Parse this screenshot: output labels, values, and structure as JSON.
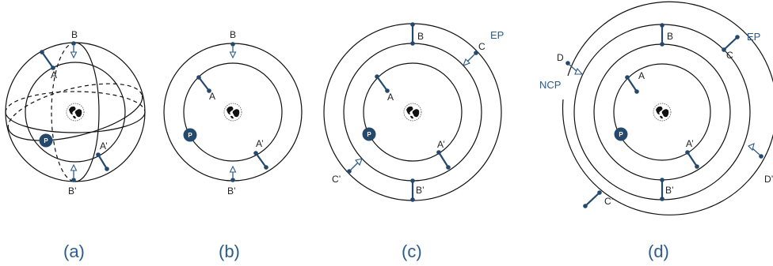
{
  "panels": [
    {
      "caption": "(a)",
      "labels": {
        "A": "A",
        "B": "B",
        "A_prime": "A’",
        "B_prime": "B’",
        "P": "P"
      }
    },
    {
      "caption": "(b)",
      "labels": {
        "A": "A",
        "B": "B",
        "A_prime": "A’",
        "B_prime": "B’",
        "P": "P"
      }
    },
    {
      "caption": "(c)",
      "labels": {
        "A": "A",
        "B": "B",
        "C": "C",
        "EP": "EP",
        "A_prime": "A’",
        "B_prime": "B’",
        "C_prime": "C’",
        "P": "P"
      }
    },
    {
      "caption": "(d)",
      "labels": {
        "A": "A",
        "B": "B",
        "C": "C",
        "D": "D",
        "EP": "EP",
        "NCP": "NCP",
        "A_prime": "A’",
        "B_prime": "B’",
        "C_prime": "C’",
        "D_prime": "D’",
        "P": "P"
      }
    }
  ],
  "colors": {
    "accent": "#24496d",
    "label_blue": "#2e5a87"
  }
}
